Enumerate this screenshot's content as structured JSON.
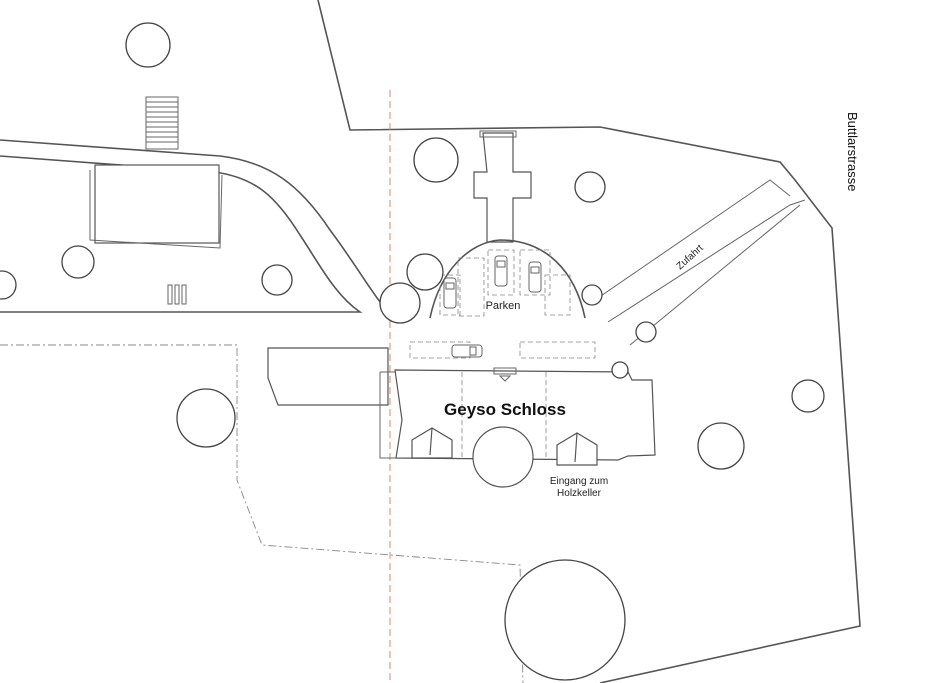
{
  "map": {
    "building_name": "Geyso Schloss",
    "parking_label": "Parken",
    "driveway_label": "Zufahrt",
    "street_label": "Buttlarstrasse",
    "entrance_label_line1": "Eingang zum",
    "entrance_label_line2": "Holzkeller"
  }
}
